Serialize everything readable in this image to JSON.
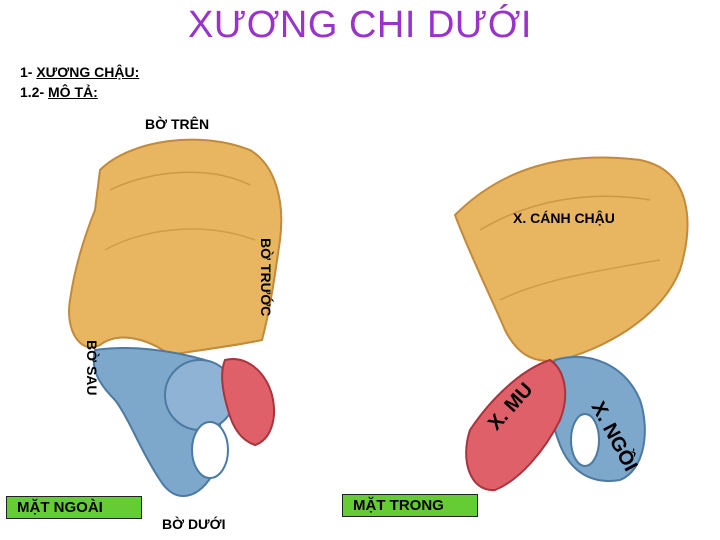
{
  "title": "XƯƠNG CHI DƯỚI",
  "section1": {
    "number": "1- ",
    "label": "XƯƠNG CHẬU:"
  },
  "section2": {
    "number": "1.2- ",
    "label": "MÔ TẢ:"
  },
  "labels": {
    "bo_tren": "BỜ TRÊN",
    "x_canh_chau": "X. CÁNH CHẬU",
    "bo_truoc": "BỜ TRƯỚC",
    "bo_sau": "BỜ SAU",
    "x_mu": "X. MU",
    "x_ngoi": "X. NGỒI",
    "bo_duoi": "BỜ DƯỚI"
  },
  "boxes": {
    "mat_ngoai": "MẶT NGOÀI",
    "mat_trong": "MẶT TRONG"
  },
  "colors": {
    "title": "#9933cc",
    "ilium": "#e8b560",
    "ischium": "#7ea7cc",
    "pubis": "#e0606a",
    "box": "#66cc33"
  }
}
